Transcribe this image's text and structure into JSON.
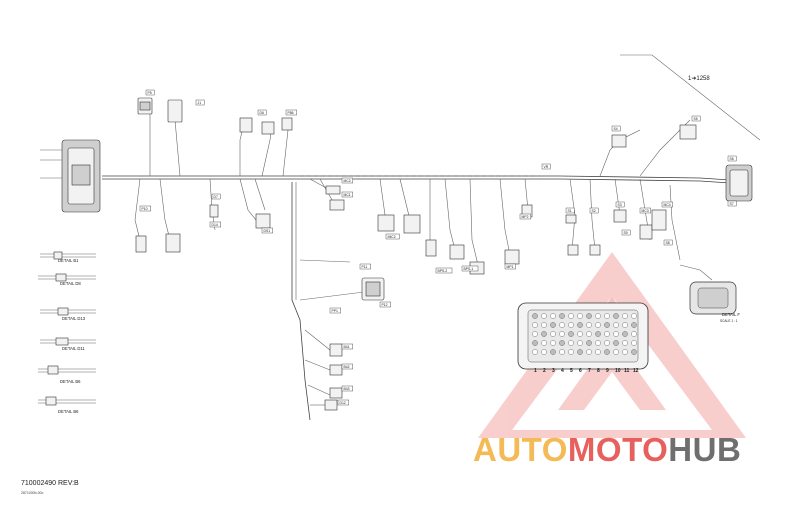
{
  "drawing": {
    "part_number": "710002490 REV:B",
    "sheet_code": "2871000b-00c",
    "callout_ref": "1➜1258",
    "details": [
      "DETAIL B1",
      "DETAIL D8",
      "DETAIL D13",
      "DETAIL D11",
      "DETAIL B6",
      "DETAIL B6"
    ],
    "detail_f": "DETAIL F",
    "detail_f_scale": "SCALE 1 : 1",
    "connector_tags": [
      "P5",
      "J1",
      "D6",
      "P86",
      "D7",
      "MC2",
      "MC1",
      "BPS-1",
      "BPS-2",
      "IMC2",
      "VR",
      "S1",
      "S2",
      "S3",
      "S4",
      "S5",
      "S6",
      "S7",
      "S8",
      "S9",
      "P10",
      "P11",
      "P12",
      "PP1",
      "B41",
      "B42",
      "B43",
      "D12",
      "D14",
      "DS1",
      "MP1",
      "MP2",
      "MC3",
      "MC4"
    ],
    "pin_numbers": [
      "1",
      "2",
      "3",
      "4",
      "5",
      "6",
      "7",
      "8",
      "9",
      "10",
      "11",
      "12"
    ]
  },
  "watermark": {
    "part1": "AUTO",
    "part2": "MOTO",
    "part3": "HUB"
  },
  "colors": {
    "wm_auto": "#f3ba55",
    "wm_moto": "#e8605d",
    "wm_hub": "#6f6f6f",
    "wm_triangle": "#f5b8b5"
  }
}
